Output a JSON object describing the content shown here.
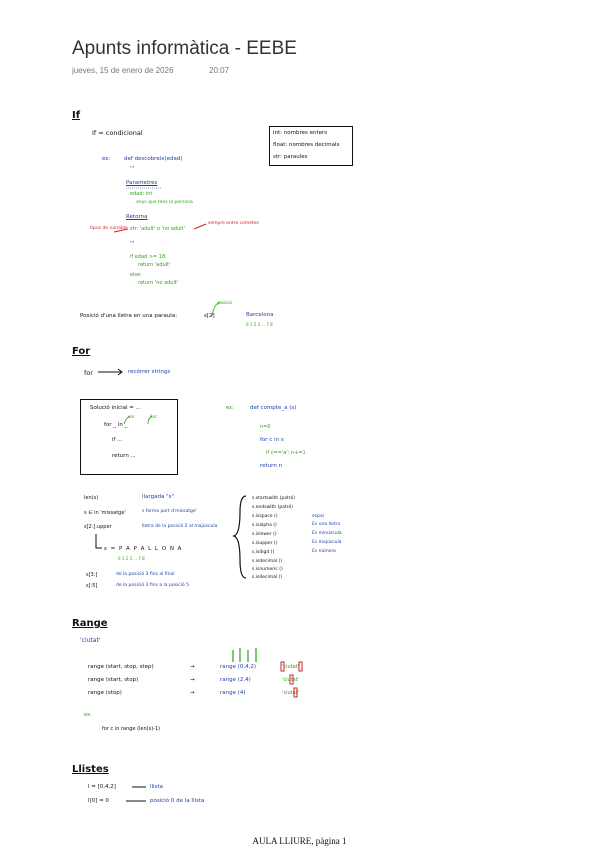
{
  "header": {
    "title": "Apunts informàtica - EEBE",
    "date": "jueves, 15 de enero de 2026",
    "time": "20:07"
  },
  "sections": {
    "if": {
      "heading": "If",
      "if_def": "If = condicional",
      "types": [
        "int: nombres enters",
        "float: nombres decimals",
        "str: paraules"
      ],
      "ex": "ex:",
      "def_line": "def descobreix(edad)",
      "def_quotes": "'''",
      "parametres": "Parametres",
      "edad_int": "edad: int",
      "edad_desc": "anys que tens la persona",
      "retorna": "Retorna",
      "str_line": "str: 'adult' o 'no adult'",
      "tipus_note": "tipus de variable",
      "cometes_note": "sempre entre cometes",
      "quotes2": "'''",
      "if_edad": "if edad >= 18:",
      "return_adult": "return 'adult'",
      "else": "else:",
      "return_noadult": "return 'no adult'",
      "posicio": "Posició d'una lletra en una paraula:",
      "s_index": "s[2]",
      "pos_note": "posició",
      "barcelona": "Barcelona",
      "barcelona_idx": "0 1 2 3 ... 7 8"
    },
    "for": {
      "heading": "For",
      "for_line": "for",
      "for_desc": "recórrer strings",
      "sol_inicial": "Solució inicial = ...",
      "for_in": "for _ in _",
      "var_note": "var",
      "lloc_note": "lloc",
      "if_dots": "if ...",
      "return_dots": "return ...",
      "ex": "ex:",
      "def_compte": "def compte_a (s)",
      "n0": "n=0",
      "for_c": "for c in s",
      "if_c": "if c=='a': n+=1",
      "return_n": "return n",
      "len_s": "len(s)",
      "len_desc": "llargada \"s\"",
      "s_in": "s ∈ in 'missatge'",
      "s_in_desc": "s forma part d'missatge'",
      "s_upper": "s[2:].upper",
      "s_upper_desc": "lletra de la posició 2 al majúscula",
      "s_eq": "s = P A P A L L O N A",
      "s_eq_idx": "0 1 2 3 ... 7 8",
      "s_slice1": "s[3:]",
      "s_slice1_desc": "de la posició 3 fins al final",
      "s_slice2": "s[:5]",
      "s_slice2_desc": "de la posició 3 fins a la posició 5",
      "methods": [
        "s.startswith (patró)",
        "s.endswith (patró)",
        "s.isspace ()",
        "s.isalpha ()",
        "s.islower ()",
        "s.isupper ()",
        "s.isdigit ()",
        "s.isdecimal ()",
        "s.isnumeric ()",
        "s.isdecimal ()"
      ],
      "method_notes": [
        "espai",
        "Es una lletra",
        "Es minúscula",
        "Es majúscula",
        "Es número"
      ]
    },
    "range": {
      "heading": "Range",
      "ciutat": "'ciutat'",
      "rows": [
        {
          "left": "range (start, stop, step)",
          "arrow": "→",
          "right": "range (0,4,2)",
          "result": "'ciutat'"
        },
        {
          "left": "range (start, stop)",
          "arrow": "→",
          "right": "range (2,4)",
          "result": "'ciutat'"
        },
        {
          "left": "range (stop)",
          "arrow": "→",
          "right": "range (4)",
          "result": "'ciutat'"
        }
      ],
      "ex": "ex:",
      "for_range": "for c in range (len(s)-1)"
    },
    "llistes": {
      "heading": "Llistes",
      "l_line": "l = [0,4,2]",
      "l_desc": "llista",
      "l0_line": "l[0] = 0",
      "l0_desc": "posició 0 de la llista"
    }
  },
  "footer": "AULA LLIURE, pàgina 1",
  "colors": {
    "blue": "#1f3fa6",
    "green": "#2f9e1a",
    "red": "#d0202a",
    "black": "#111111"
  }
}
